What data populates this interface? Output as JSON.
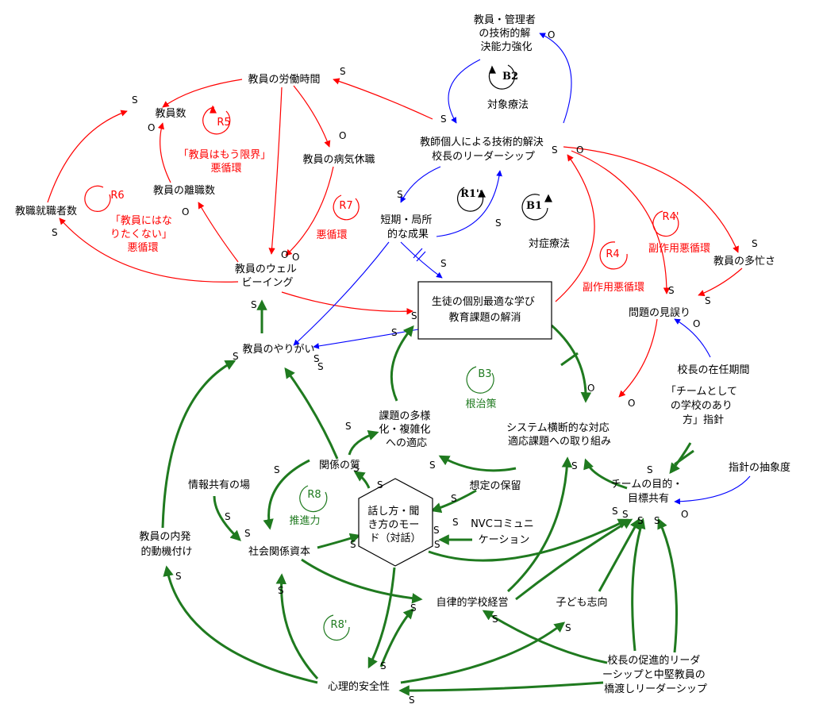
{
  "colors": {
    "red": "#ff0000",
    "blue": "#0000ff",
    "green": "#1f7a1f",
    "black": "#000000"
  },
  "nodes": {
    "teacher_hours": "教員の労働時間",
    "teacher_count": "教員数",
    "hiring_count": "教職就職者数",
    "turnover": "教員の離職数",
    "sick_leave": "教員の病気休職",
    "wellbeing": [
      "教員のウェル",
      "ビーイング"
    ],
    "fulfillment": "教員のやりがい",
    "intrinsic": [
      "教員の内発",
      "的動機付け"
    ],
    "info_share": "情報共有の場",
    "social_capital": "社会関係資本",
    "relation_quality": "関係の質",
    "dialogue": [
      "話し方・聞",
      "き方のモー",
      "ド（対話）"
    ],
    "psych_safety": "心理的安全性",
    "autonomous": "自律的学校経営",
    "child_oriented": "子ども志向",
    "principal_leadership": [
      "校長の促進的リーダ",
      "ーシップと中堅教員の",
      "橋渡しリーダーシップ"
    ],
    "assumption": "想定の保留",
    "nvc": [
      "NVCコミュニ",
      "ケーション"
    ],
    "team_goal": [
      "チームの目的・",
      "目標共有"
    ],
    "guideline_abstract": "指針の抽象度",
    "team_school": [
      "「チームとして",
      "の学校のあり",
      "方」指針"
    ],
    "principal_tenure": "校長の在任期間",
    "misjudge": "問題の見誤り",
    "busyness": "教員の多忙さ",
    "individual_solution": [
      "教師個人による技術的解決",
      "校長のリーダーシップ"
    ],
    "skill_up": [
      "教員・管理者",
      "の技術的解",
      "決能力強化"
    ],
    "short_term": [
      "短期・局所",
      "的な成果"
    ],
    "main_issue": [
      "生徒の個別最適な学び",
      "教育課題の解消"
    ],
    "system_response": [
      "システム横断的な対応",
      "適応課題への取り組み"
    ],
    "diversity": [
      "課題の多様",
      "化・複雑化",
      "への適応"
    ]
  },
  "loops": {
    "B2": {
      "id": "B2",
      "name": "対象療法"
    },
    "R5": {
      "id": "R5",
      "name": [
        "「教員はもう限界」",
        "悪循環"
      ]
    },
    "R6": {
      "id": "R6",
      "name": [
        "「教員にはな",
        "りたくない」",
        "悪循環"
      ]
    },
    "R7": {
      "id": "R7",
      "name": "悪循環"
    },
    "R1p": {
      "id": "R1'"
    },
    "B1": {
      "id": "B1",
      "name": "対症療法"
    },
    "R4p": {
      "id": "R4'",
      "name": "副作用悪循環"
    },
    "R4": {
      "id": "R4",
      "name": "副作用悪循環"
    },
    "B3": {
      "id": "B3",
      "name": "根治策"
    },
    "R8": {
      "id": "R8",
      "name": "推進力"
    },
    "R8p": {
      "id": "R8'"
    }
  },
  "polarity": {
    "s": "S",
    "o": "O"
  }
}
